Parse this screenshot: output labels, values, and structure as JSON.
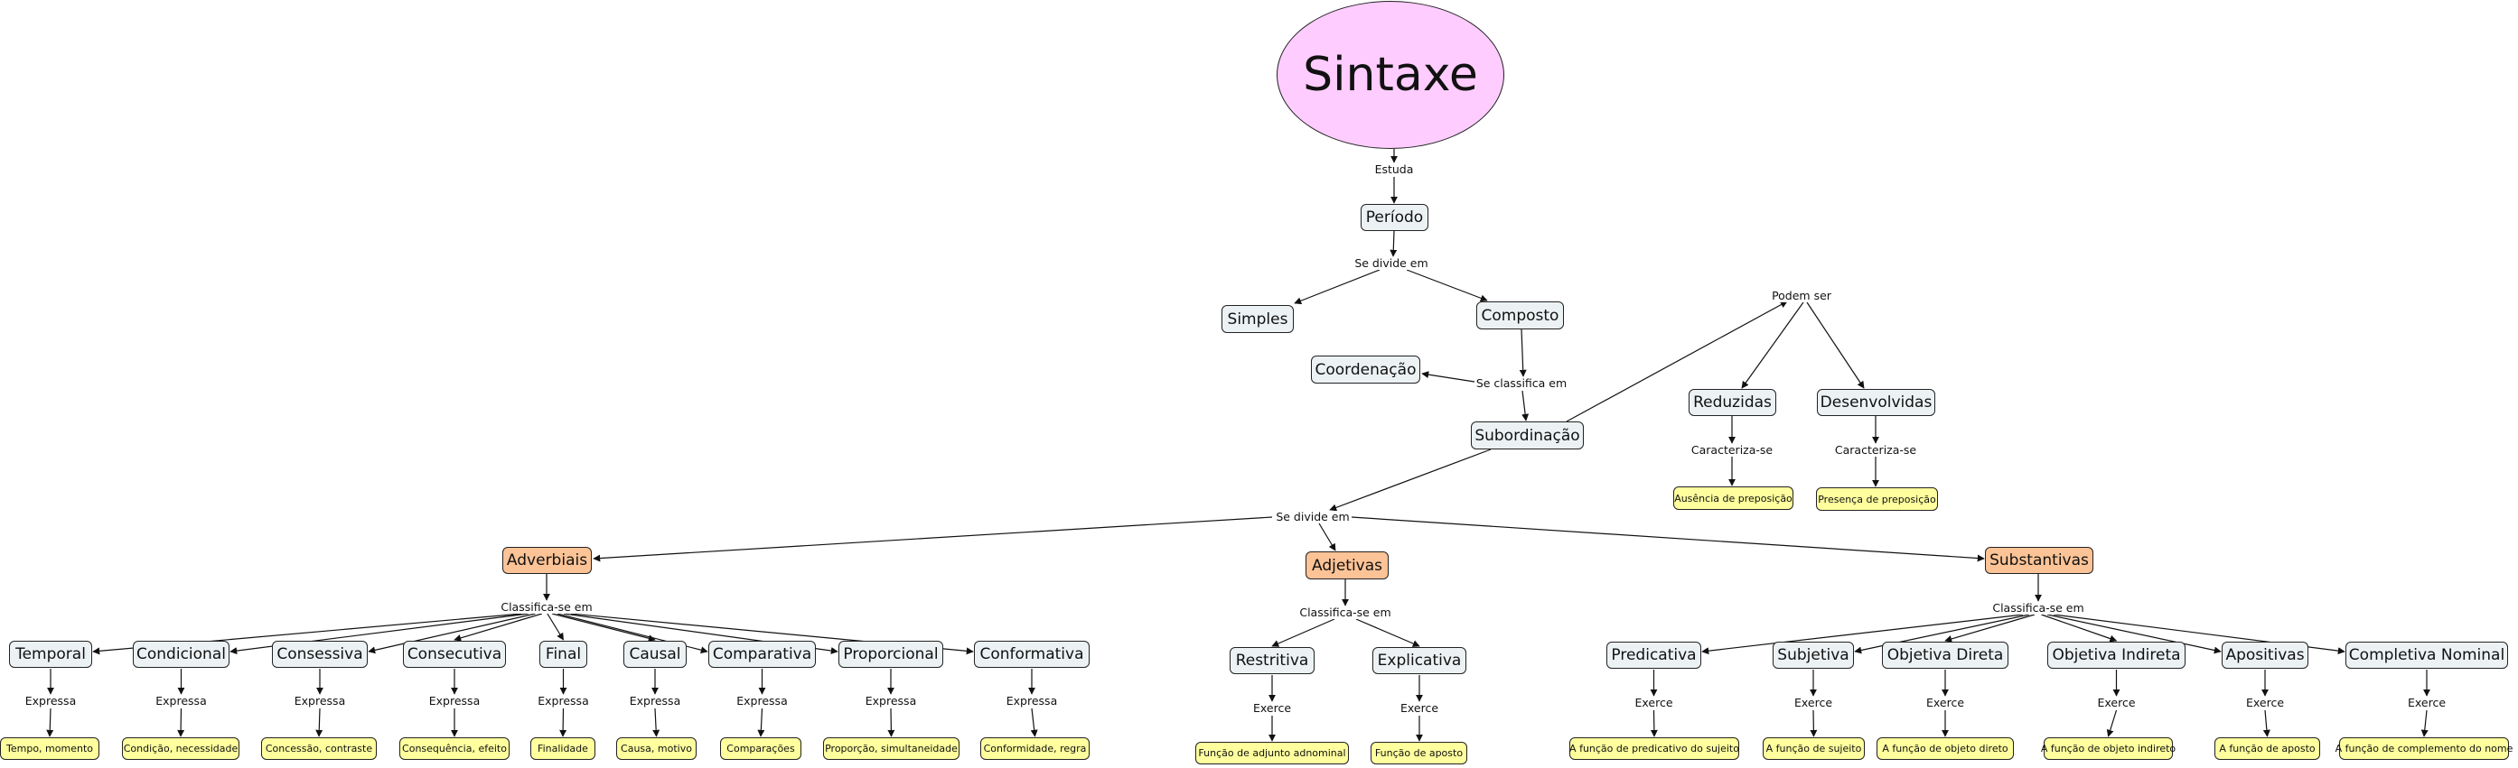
{
  "title": "Sintaxe",
  "colors": {
    "root_fill": "#ffccff",
    "node_fill": "#ecf2f4",
    "category_fill": "#fcc396",
    "leaf_fill": "#ffff9e",
    "stroke": "#222222"
  },
  "nodes": {
    "sintaxe": "Sintaxe",
    "periodo": "Período",
    "simples": "Simples",
    "composto": "Composto",
    "coordenacao": "Coordenação",
    "subordinacao": "Subordinação",
    "reduzidas": "Reduzidas",
    "desenvolvidas": "Desenvolvidas",
    "ausencia": "Ausência de preposição",
    "presenca": "Presença de preposição",
    "adverbiais": "Adverbiais",
    "adjetivas": "Adjetivas",
    "substantivas": "Substantivas",
    "adv": [
      {
        "name": "Temporal",
        "expressa": "Tempo, momento"
      },
      {
        "name": "Condicional",
        "expressa": "Condição, necessidade"
      },
      {
        "name": "Consessiva",
        "expressa": "Concessão, contraste"
      },
      {
        "name": "Consecutiva",
        "expressa": "Consequência, efeito"
      },
      {
        "name": "Final",
        "expressa": "Finalidade"
      },
      {
        "name": "Causal",
        "expressa": "Causa, motivo"
      },
      {
        "name": "Comparativa",
        "expressa": "Comparações"
      },
      {
        "name": "Proporcional",
        "expressa": "Proporção, simultaneidade"
      },
      {
        "name": "Conformativa",
        "expressa": "Conformidade, regra"
      }
    ],
    "adj": [
      {
        "name": "Restritiva",
        "exerce": "Função de adjunto adnominal"
      },
      {
        "name": "Explicativa",
        "exerce": "Função de aposto"
      }
    ],
    "sub": [
      {
        "name": "Predicativa",
        "exerce": "A função de predicativo do sujeito"
      },
      {
        "name": "Subjetiva",
        "exerce": "A função de sujeito"
      },
      {
        "name": "Objetiva Direta",
        "exerce": "A função de objeto direto"
      },
      {
        "name": "Objetiva Indireta",
        "exerce": "A função de objeto indireto"
      },
      {
        "name": "Apositivas",
        "exerce": "A função de aposto"
      },
      {
        "name": "Completiva Nominal",
        "exerce": "A função de complemento do nome"
      }
    ]
  },
  "links": {
    "estuda": "Estuda",
    "se_divide_em": "Se divide em",
    "se_classifica_em": "Se classifica em",
    "podem_ser": "Podem ser",
    "caracteriza_se": "Caracteriza-se",
    "classifica_se_em": "Classifica-se em",
    "expressa": "Expressa",
    "exerce": "Exerce"
  }
}
